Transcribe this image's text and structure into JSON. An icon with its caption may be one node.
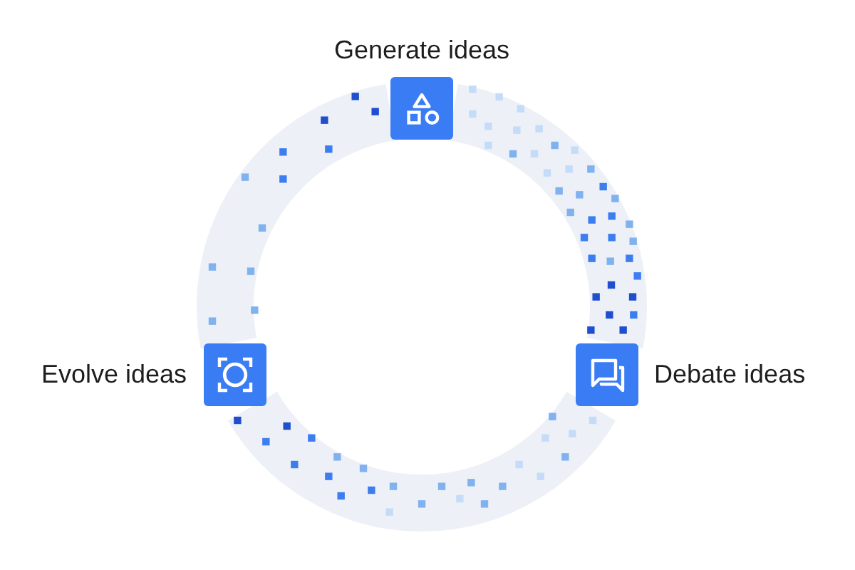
{
  "diagram": {
    "nodes": [
      {
        "text": [
          "Generate ideas"
        ]
      },
      {
        "text": [
          "Debate ideas"
        ]
      },
      {
        "text": [
          "Evolve ideas"
        ]
      }
    ],
    "edges": [
      {
        "from": 0,
        "to": 1,
        "arrow": "none"
      },
      {
        "from": 1,
        "to": 2,
        "arrow": "none"
      },
      {
        "from": 2,
        "to": 0,
        "arrow": "none"
      }
    ]
  }
}
